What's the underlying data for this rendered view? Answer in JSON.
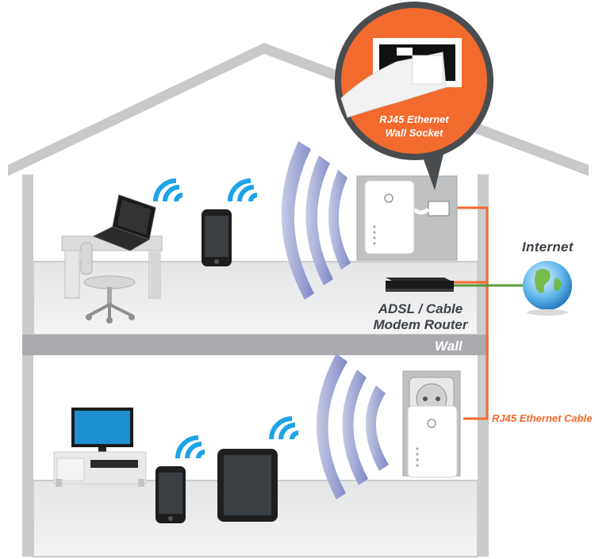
{
  "labels": {
    "internet": "Internet",
    "router_line1": "ADSL / Cable",
    "router_line2": "Modem Router",
    "wall": "Wall",
    "cable": "RJ45 Ethernet Cable",
    "socket_line1": "RJ45 Ethernet",
    "socket_line2": "Wall Socket"
  },
  "colors": {
    "house": "#c7c9cb",
    "floor": "#e8e9ea",
    "wall_band": "#a9abae",
    "ethernet_cable": "#f26a2e",
    "internet_cable": "#5a9a3c",
    "bubble": "#f26a2e",
    "wifi_icon": "#1ea3e6",
    "signal_arcs": "#9aa3d6"
  }
}
